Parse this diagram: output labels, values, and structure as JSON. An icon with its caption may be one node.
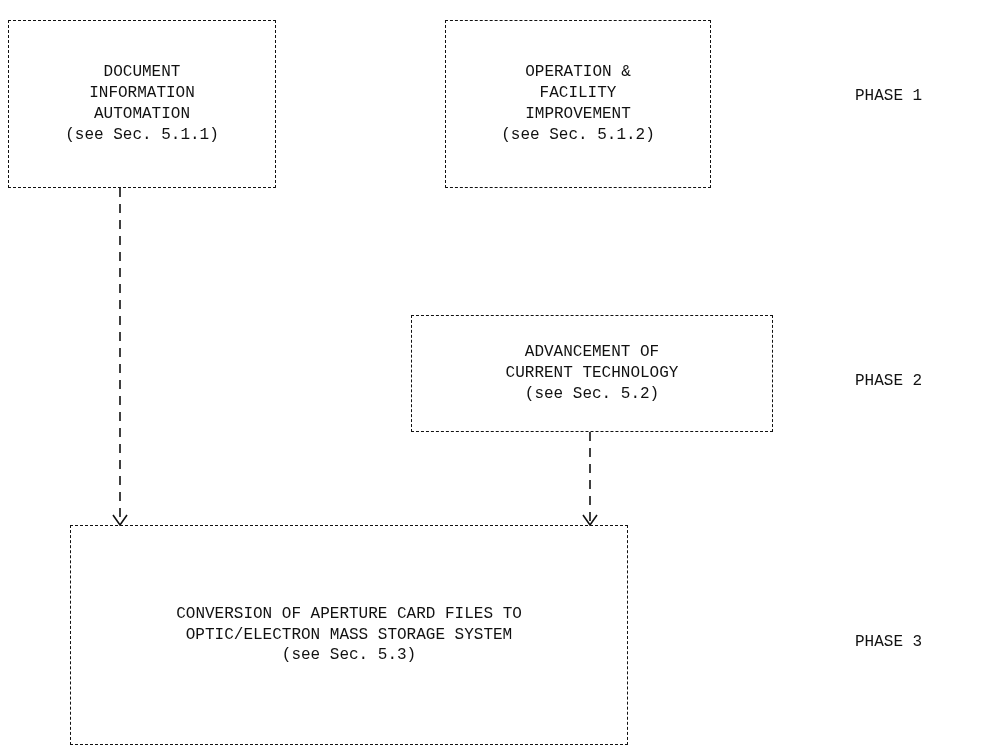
{
  "diagram": {
    "nodes": [
      {
        "text": [
          "DOCUMENT INFORMATION AUTOMATION",
          "(see Sec. 5.1.1)"
        ]
      },
      {
        "text": [
          "OPERATION & FACILITY IMPROVEMENT",
          "(see Sec. 5.1.2)"
        ]
      },
      {
        "text": [
          "ADVANCEMENT OF CURRENT TECHNOLOGY",
          "(see Sec. 5.2)"
        ]
      },
      {
        "text": [
          "CONVERSION OF APERTURE CARD FILES TO OPTIC/ELECTRON MASS STORAGE SYSTEM",
          "(see Sec. 5.3)"
        ]
      }
    ],
    "edges": [
      {
        "from": 0,
        "to": 3,
        "arrow": "to",
        "style": "dashed"
      },
      {
        "from": 2,
        "to": 3,
        "arrow": "to",
        "style": "dashed"
      }
    ],
    "labels": [
      "PHASE 1",
      "PHASE 2",
      "PHASE 3"
    ]
  }
}
